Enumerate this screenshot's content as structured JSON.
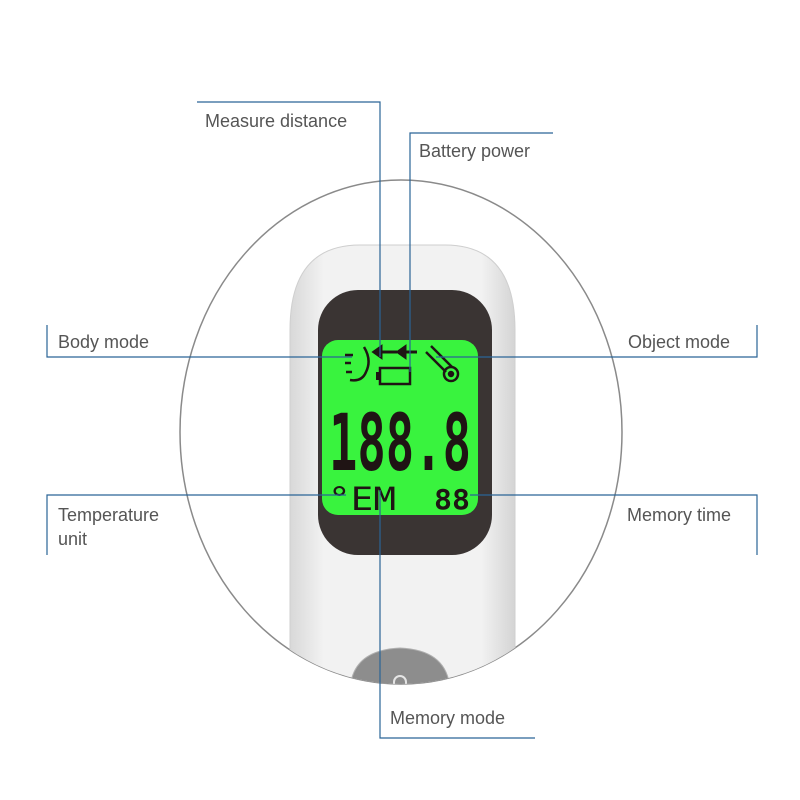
{
  "labels": {
    "measure_distance": "Measure distance",
    "battery_power": "Battery power",
    "body_mode": "Body mode",
    "object_mode": "Object mode",
    "temperature_unit_line1": "Temperature",
    "temperature_unit_line2": "unit",
    "memory_time": "Memory time",
    "memory_mode": "Memory mode"
  },
  "display": {
    "main_reading": "188.8",
    "unit": "°EM",
    "memory_count": "88"
  },
  "icons": [
    "body-mode-icon",
    "distance-arrows-icon",
    "battery-icon",
    "thermometer-icon",
    "power-button-icon"
  ],
  "colors": {
    "leader_line": "#2a6496",
    "lcd_green": "#39f33e",
    "screen_bezel": "#3a3433",
    "label_text": "#555555"
  }
}
